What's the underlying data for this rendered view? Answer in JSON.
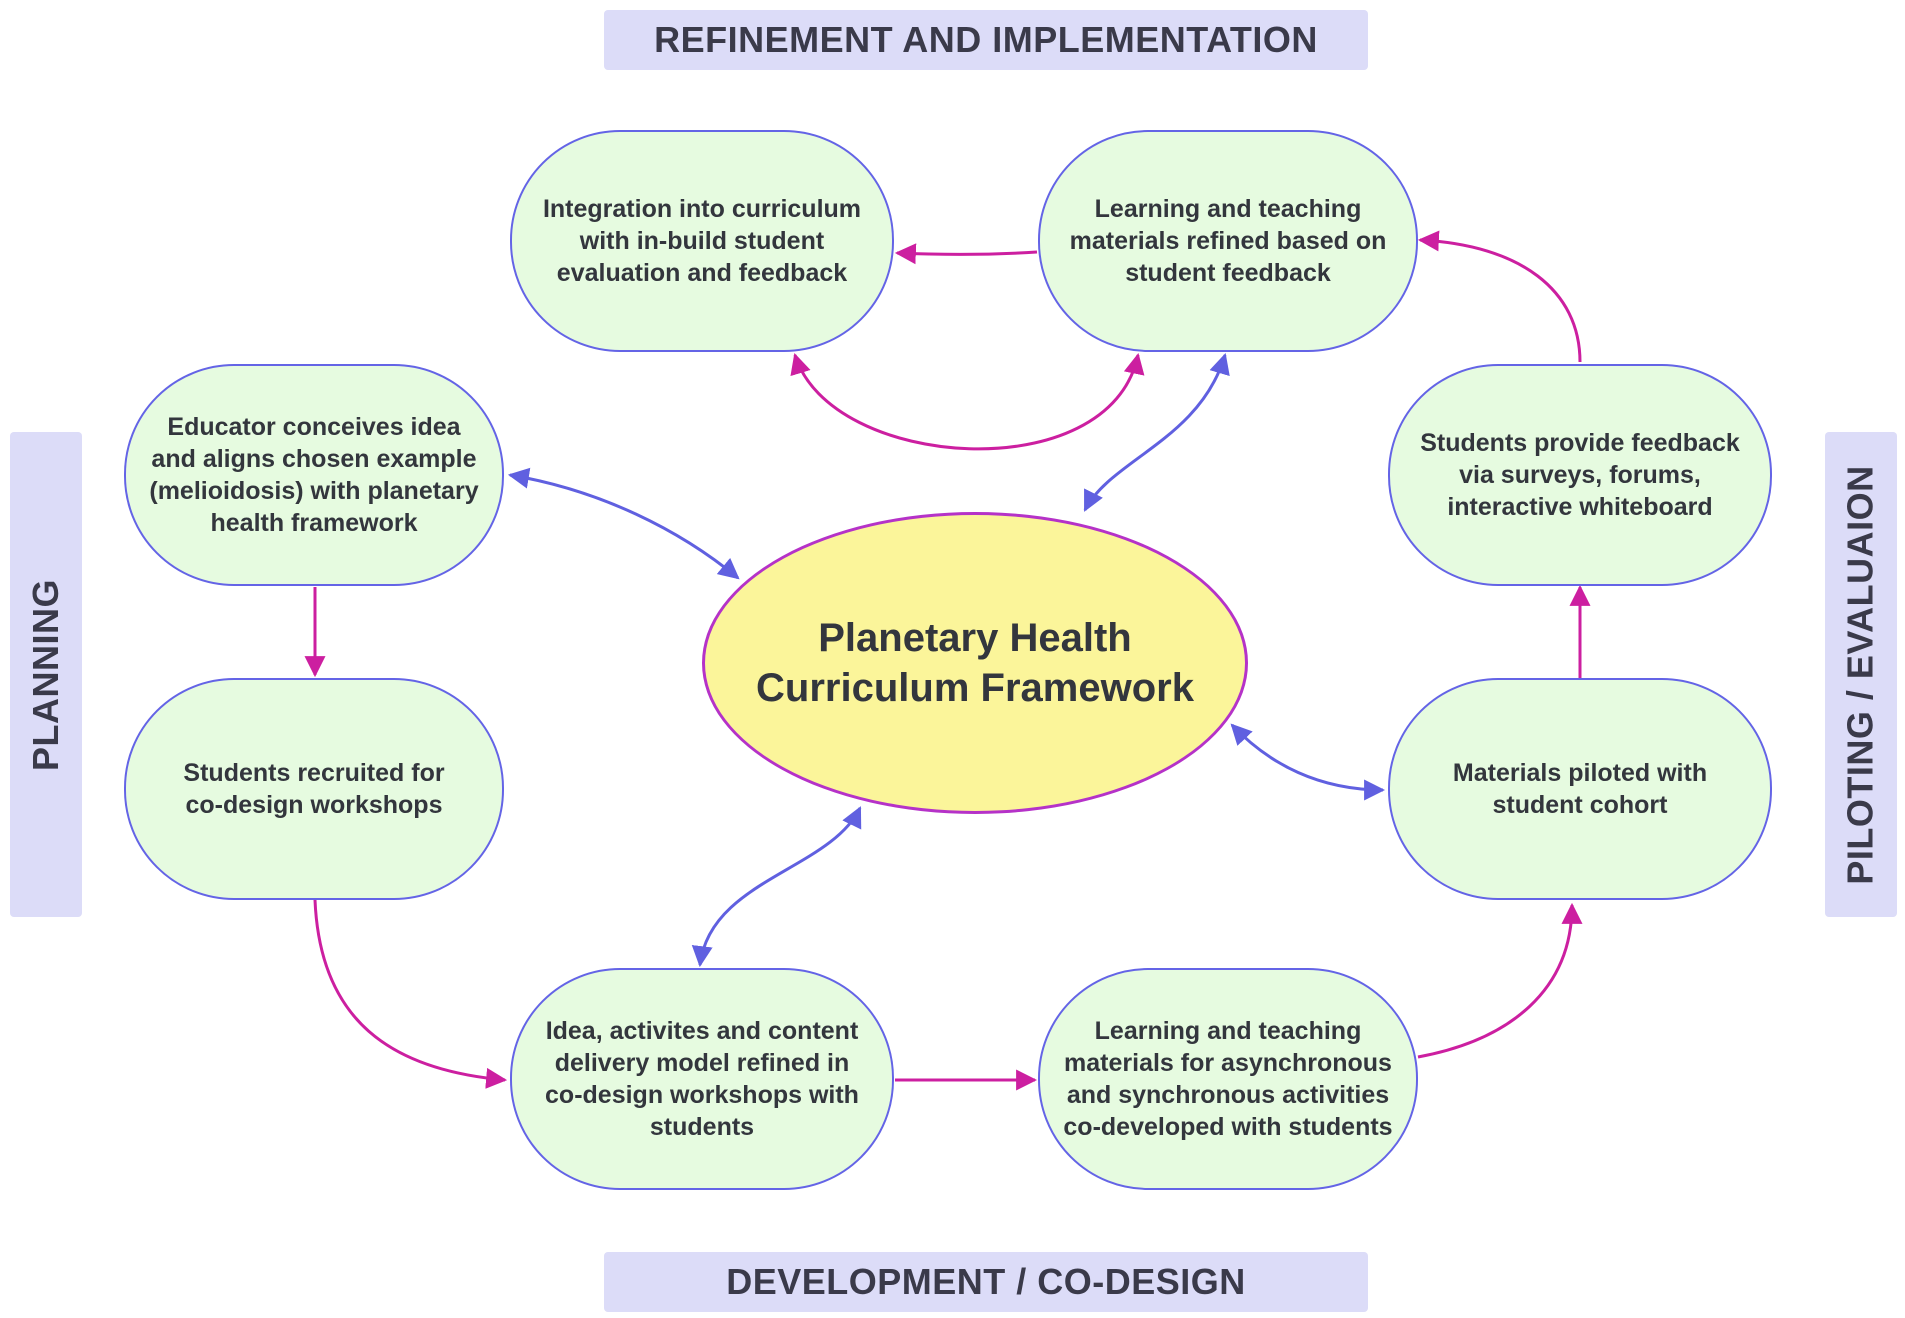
{
  "banners": {
    "top": "REFINEMENT AND IMPLEMENTATION",
    "bottom": "DEVELOPMENT / CO-DESIGN",
    "left": "PLANNING",
    "right": "PILOTING / EVALUAION"
  },
  "center": {
    "label": "Planetary Health\nCurriculum Framework"
  },
  "nodes": {
    "educator_idea": "Educator conceives idea\nand aligns chosen example\n(melioidosis) with planetary\nhealth framework",
    "students_recruited": "Students recruited for\nco-design workshops",
    "idea_refined": "Idea, activites and content\ndelivery model refined in\nco-design workshops with\nstudents",
    "materials_codeveloped": "Learning and teaching\nmaterials for asynchronous\nand synchronous activities\nco-developed with students",
    "materials_piloted": "Materials piloted with\nstudent cohort",
    "students_feedback": "Students provide feedback\nvia surveys, forums,\ninteractive whiteboard",
    "materials_refined": "Learning and teaching\nmaterials refined based on\nstudent feedback",
    "integration": "Integration into curriculum\nwith in-build student\nevaluation and feedback"
  },
  "colors": {
    "node_fill": "#e6fbe0",
    "node_border": "#6464e6",
    "center_fill": "#fbf59a",
    "center_border": "#b532c8",
    "banner_fill": "#dcdcf8",
    "flow_arrow": "#cc1fa0",
    "link_arrow": "#6060e0"
  }
}
